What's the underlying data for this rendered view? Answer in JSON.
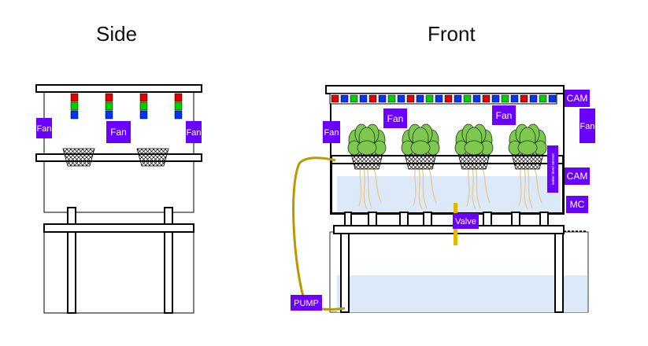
{
  "views": {
    "side": {
      "title": "Side"
    },
    "front": {
      "title": "Front"
    }
  },
  "labels": {
    "fan": "Fan",
    "cam": "CAM",
    "mc": "MC",
    "valve": "Valve",
    "pump": "PUMP",
    "water_level_sensor": "water level sensor"
  },
  "colors": {
    "module": "#6a00ff",
    "module_text": "#ffffff",
    "led_red": "#e00000",
    "led_green": "#00cc00",
    "led_blue": "#0033ff",
    "water": "#dce9f8",
    "hose": "#b89a00",
    "roots": "#e8c890",
    "lettuce": "#7ec850",
    "outline": "#000000"
  }
}
